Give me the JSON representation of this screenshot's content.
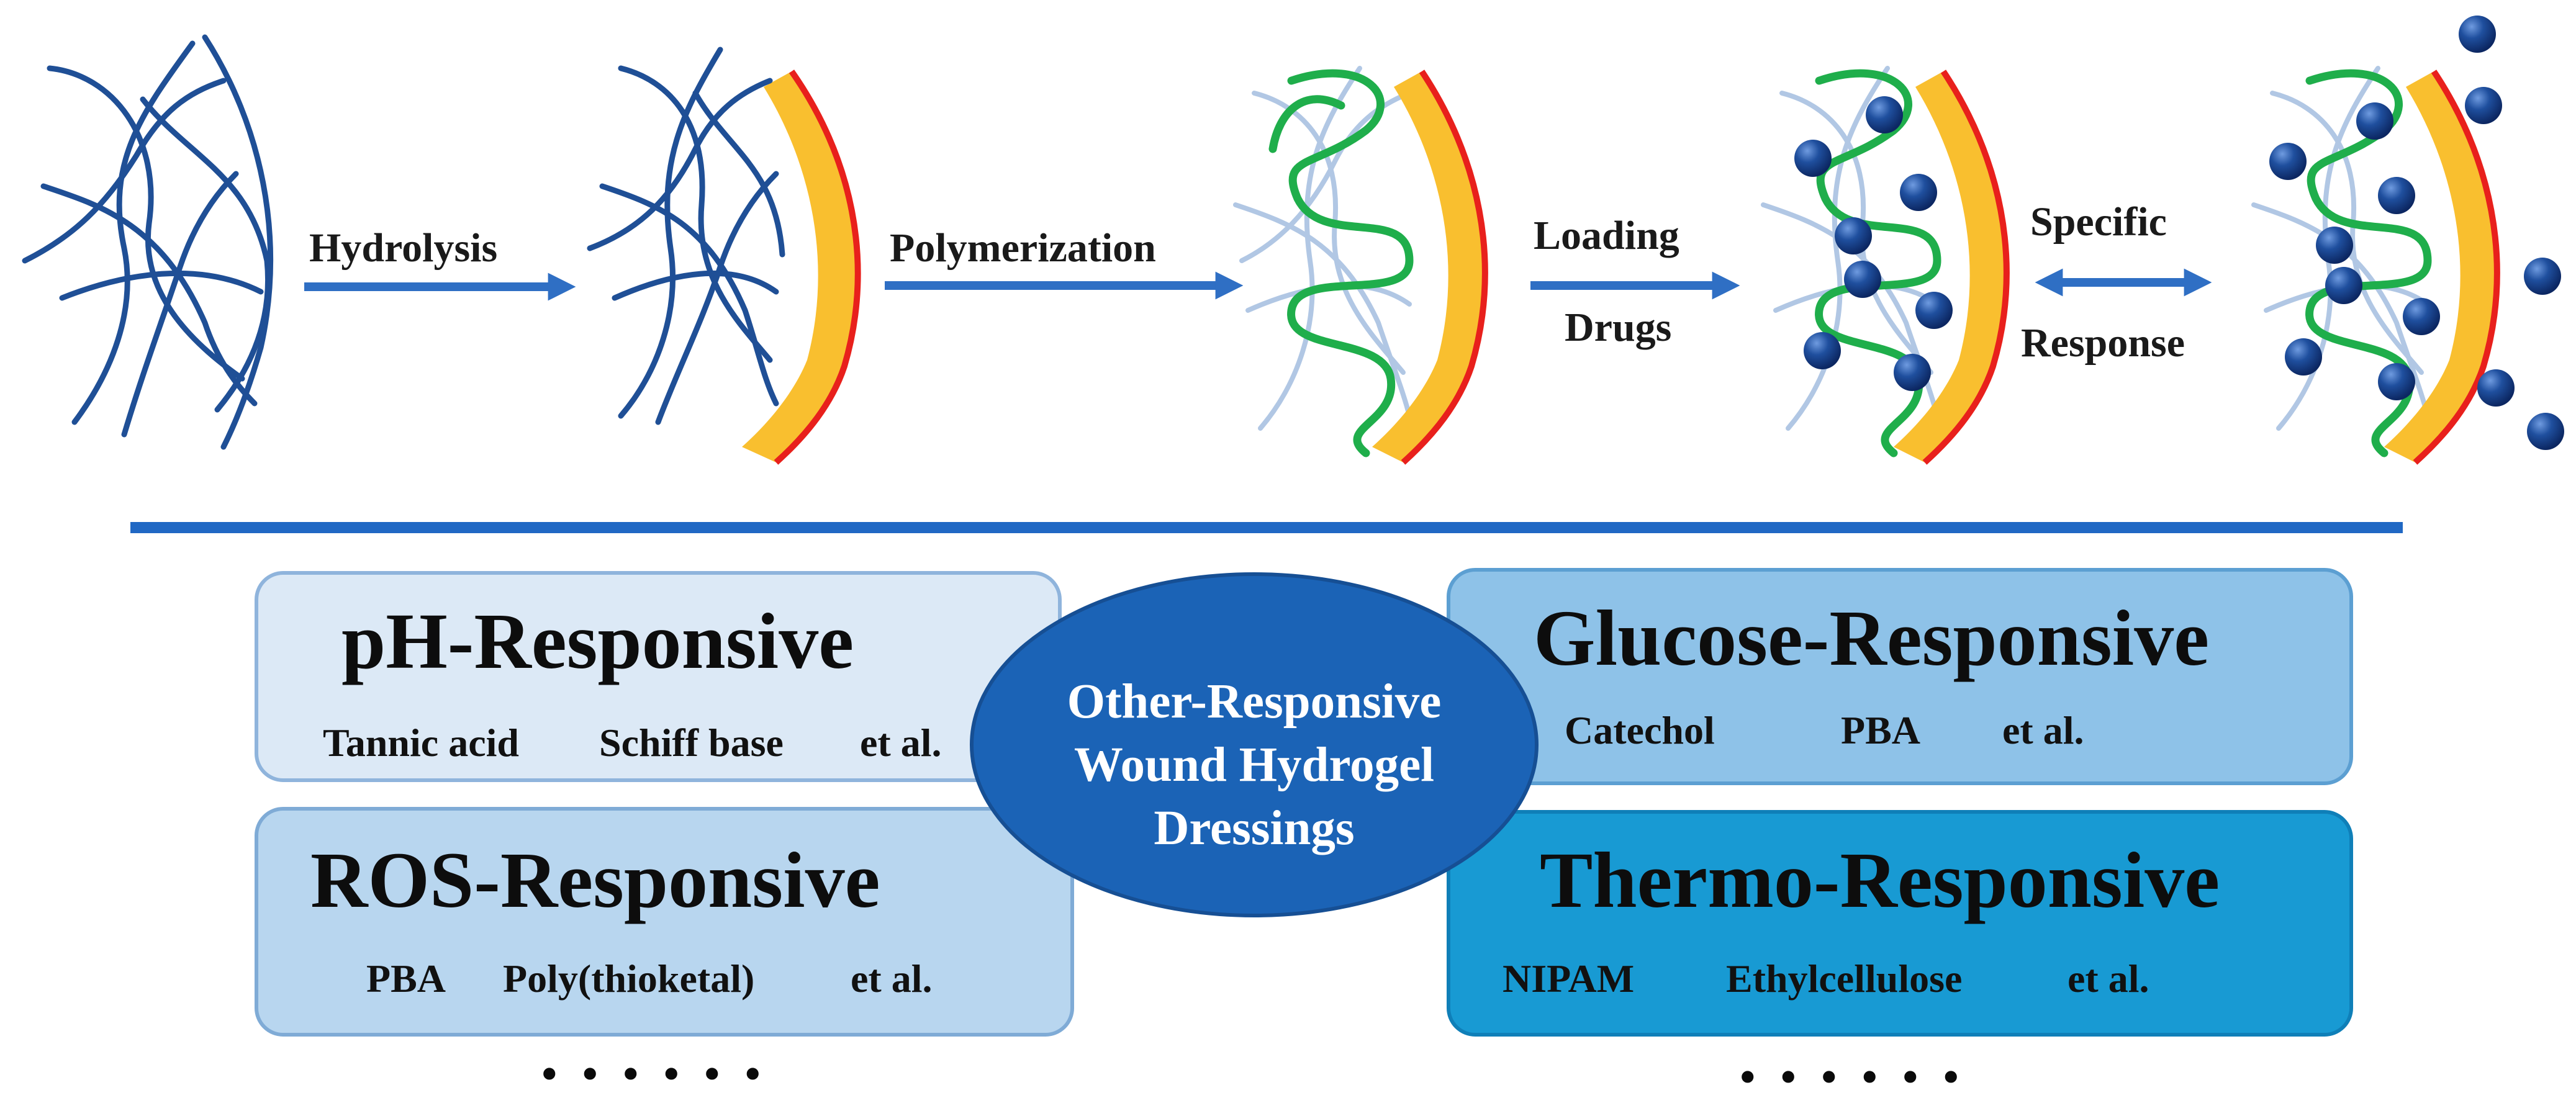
{
  "process": {
    "steps": [
      "Hydrolysis",
      "Polymerization",
      "Loading",
      "Drugs",
      "Specific",
      "Response"
    ]
  },
  "categories": {
    "ph": {
      "title": "pH-Responsive",
      "items": [
        "Tannic acid",
        "Schiff base",
        "et al."
      ]
    },
    "ros": {
      "title": "ROS-Responsive",
      "items": [
        "PBA",
        "Poly(thioketal)",
        "et al."
      ]
    },
    "glucose": {
      "title": "Glucose-Responsive",
      "items": [
        "Catechol",
        "PBA",
        "et al."
      ]
    },
    "thermo": {
      "title": "Thermo-Responsive",
      "items": [
        "NIPAM",
        "Ethylcellulose",
        "et al."
      ]
    }
  },
  "center": {
    "lines": [
      "Other-Responsive",
      "Wound Hydrogel",
      "Dressings"
    ]
  },
  "ellipsis": "......",
  "colors": {
    "fiber": "#1f4f96",
    "fiber_faded": "#a9c2e2",
    "green_polymer": "#1fae4b",
    "coating_yellow": "#f9bf2f",
    "coating_red": "#e8201c",
    "drug_ball": "#163f8c",
    "arrow": "#2f6fc4",
    "divider": "#2068c4",
    "ph_box": "#dce9f6",
    "ros_box": "#b8d6ef",
    "glucose_box": "#8ec2e8",
    "thermo_box": "#189ad3",
    "center_ellipse": "#1b63b6"
  }
}
